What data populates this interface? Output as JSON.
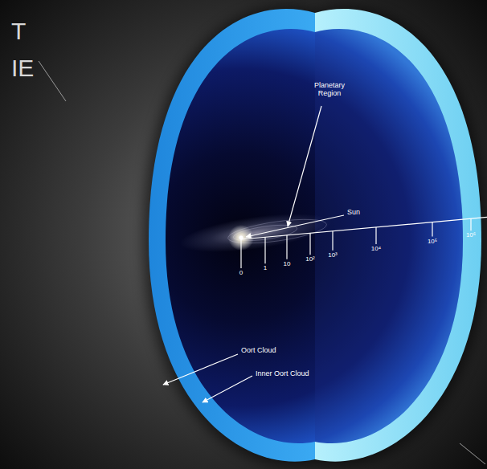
{
  "diagram": {
    "labels": [
      "T",
      "IE",
      "Planetary Region",
      "Sun",
      "0",
      "1",
      "10",
      "10²",
      "10³",
      "10⁴",
      "10⁵",
      "10⁶",
      "Oort Cloud",
      "Inner Oort Cloud"
    ]
  }
}
